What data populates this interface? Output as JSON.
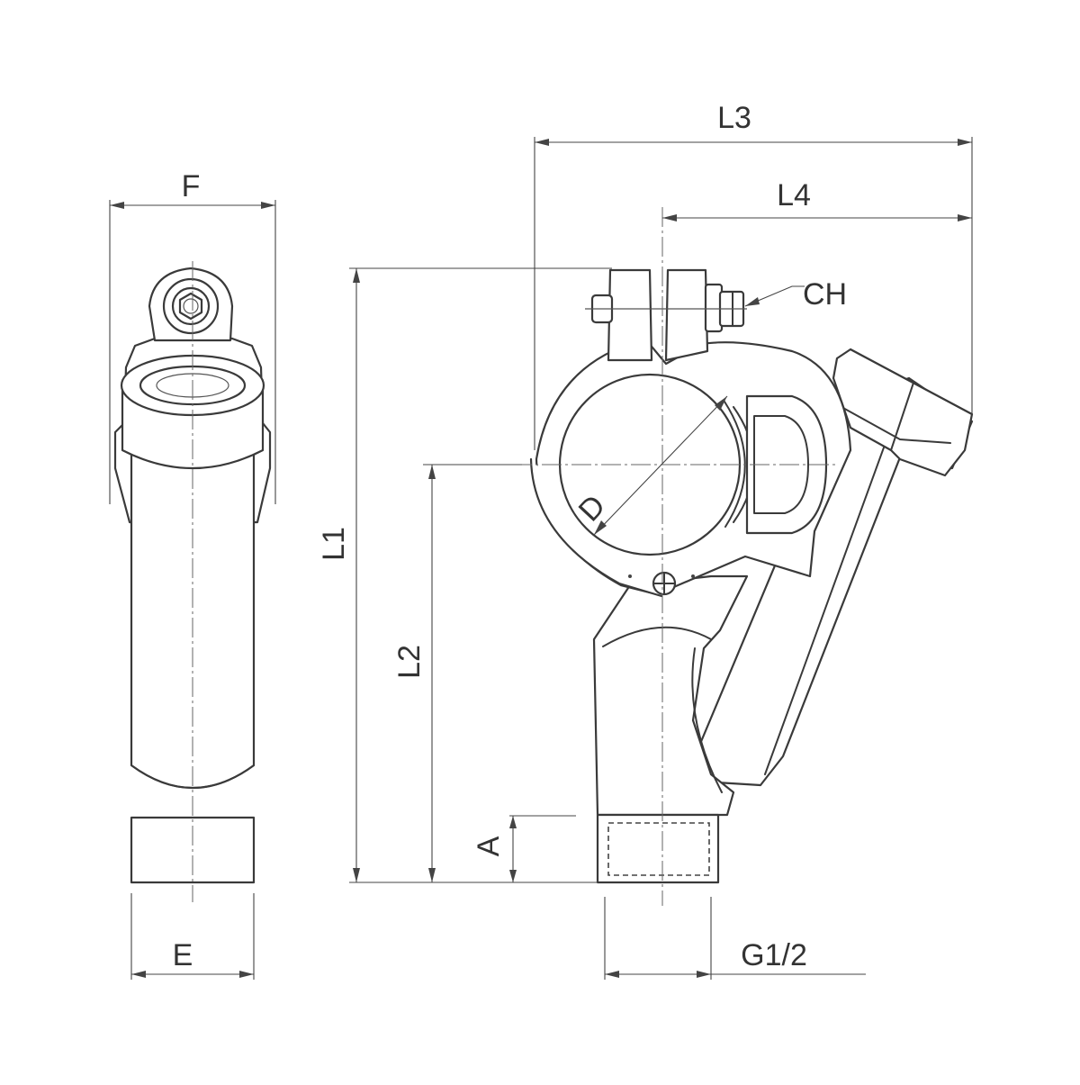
{
  "drawing": {
    "colors": {
      "line": "#3a3a3a",
      "dimension": "#444444",
      "background": "#ffffff"
    },
    "labels": {
      "F": "F",
      "E": "E",
      "L1": "L1",
      "L2": "L2",
      "L3": "L3",
      "L4": "L4",
      "CH": "CH",
      "D": "D",
      "A": "A",
      "thread": "G1/2"
    }
  }
}
